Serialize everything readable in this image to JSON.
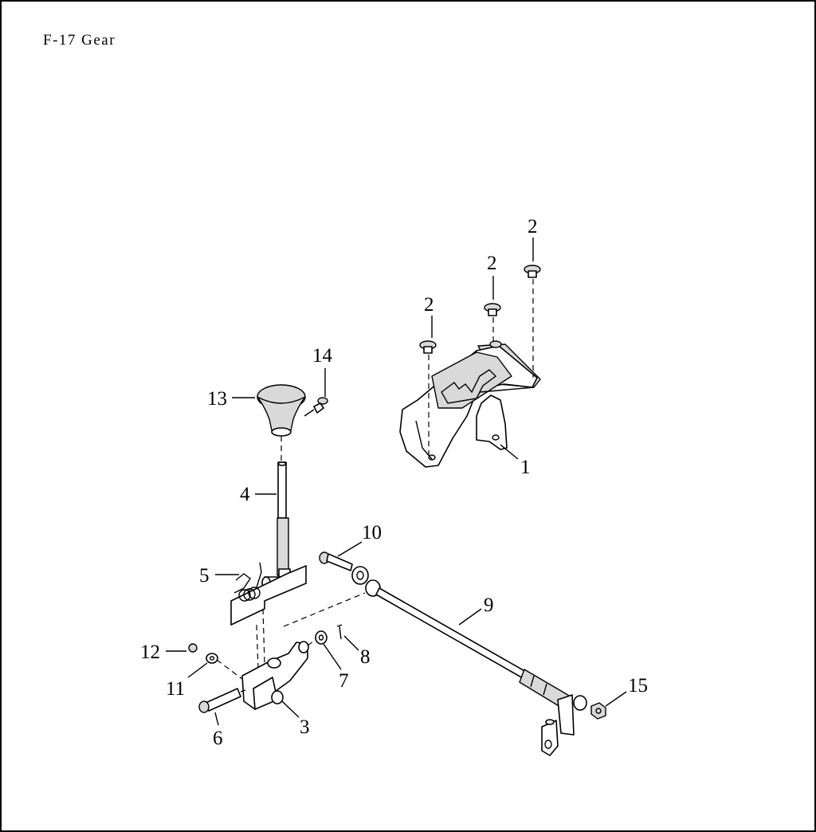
{
  "title": "F-17  Gear",
  "callouts": {
    "c1": "1",
    "c2a": "2",
    "c2b": "2",
    "c2c": "2",
    "c3": "3",
    "c4": "4",
    "c5": "5",
    "c6": "6",
    "c7": "7",
    "c8": "8",
    "c9": "9",
    "c10": "10",
    "c11": "11",
    "c12": "12",
    "c13": "13",
    "c14": "14",
    "c15": "15"
  }
}
